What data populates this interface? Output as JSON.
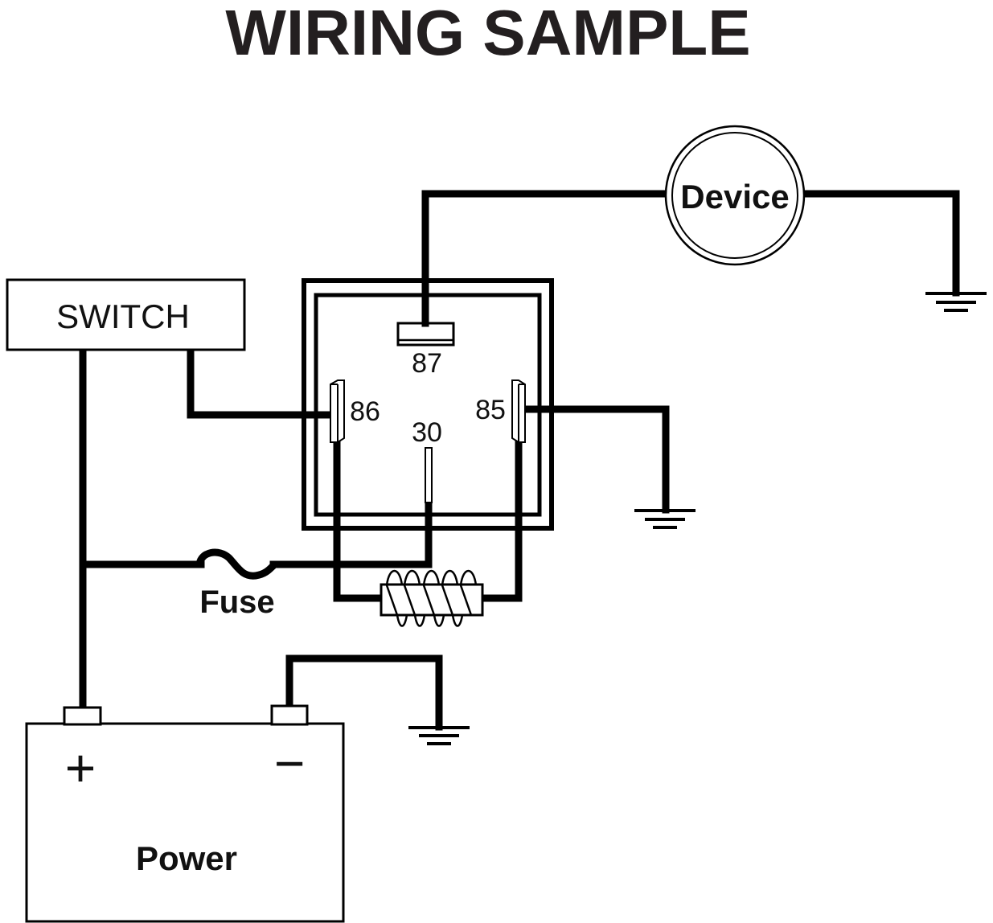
{
  "title": "WIRING SAMPLE",
  "components": {
    "switch": {
      "label": "SWITCH"
    },
    "device": {
      "label": "Device"
    },
    "fuse": {
      "label": "Fuse"
    },
    "battery": {
      "label": "Power",
      "positive_symbol": "+",
      "negative_symbol": "−"
    },
    "relay": {
      "pins": {
        "p87": "87",
        "p86": "86",
        "p85": "85",
        "p30": "30"
      }
    },
    "coil": {
      "label": ""
    },
    "grounds": [
      "ground-device",
      "ground-relay-85",
      "ground-battery"
    ]
  },
  "connections": [
    {
      "from": "switch",
      "to": "relay-86"
    },
    {
      "from": "switch",
      "to": "battery-positive"
    },
    {
      "from": "battery-positive",
      "to": "fuse"
    },
    {
      "from": "fuse",
      "to": "relay-30"
    },
    {
      "from": "relay-87",
      "to": "device"
    },
    {
      "from": "device",
      "to": "ground"
    },
    {
      "from": "relay-85",
      "to": "ground"
    },
    {
      "from": "relay-86",
      "to": "coil"
    },
    {
      "from": "coil",
      "to": "relay-85"
    },
    {
      "from": "battery-negative",
      "to": "ground"
    }
  ],
  "colors": {
    "line": "#000000",
    "title": "#231f20",
    "background": "#ffffff"
  }
}
